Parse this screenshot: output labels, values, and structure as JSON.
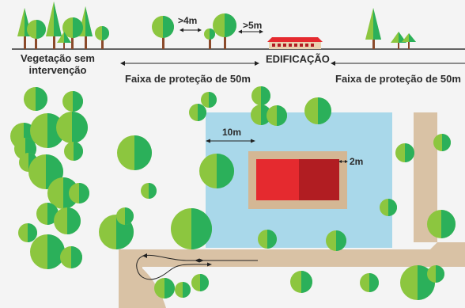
{
  "labels": {
    "vegetation": "Vegetação sem",
    "vegetation_line2": "intervenção",
    "edification": "EDIFICAÇÃO",
    "strip_left": "Faixa de proteção de 50m",
    "strip_right": "Faixa de proteção de 50m",
    "gap_4m": ">4m",
    "gap_5m": ">5m",
    "dist_10m": "10m",
    "dist_2m": "2m"
  },
  "colors": {
    "background": "#f4f4f4",
    "protection_zone": "#a9d8ea",
    "building_border": "#d4b794",
    "building_light": "#e52a2f",
    "building_dark": "#b11d22",
    "road": "#d9c2a5",
    "tree_light": "#8cc63f",
    "tree_dark": "#2bb05a",
    "trunk": "#8b4a2b",
    "ink": "#2b2b2b"
  },
  "icons": {
    "tree": "tree-icon",
    "conifer": "conifer-icon",
    "building": "building-icon",
    "arrow": "arrow-icon",
    "turnaround": "turnaround-icon"
  }
}
